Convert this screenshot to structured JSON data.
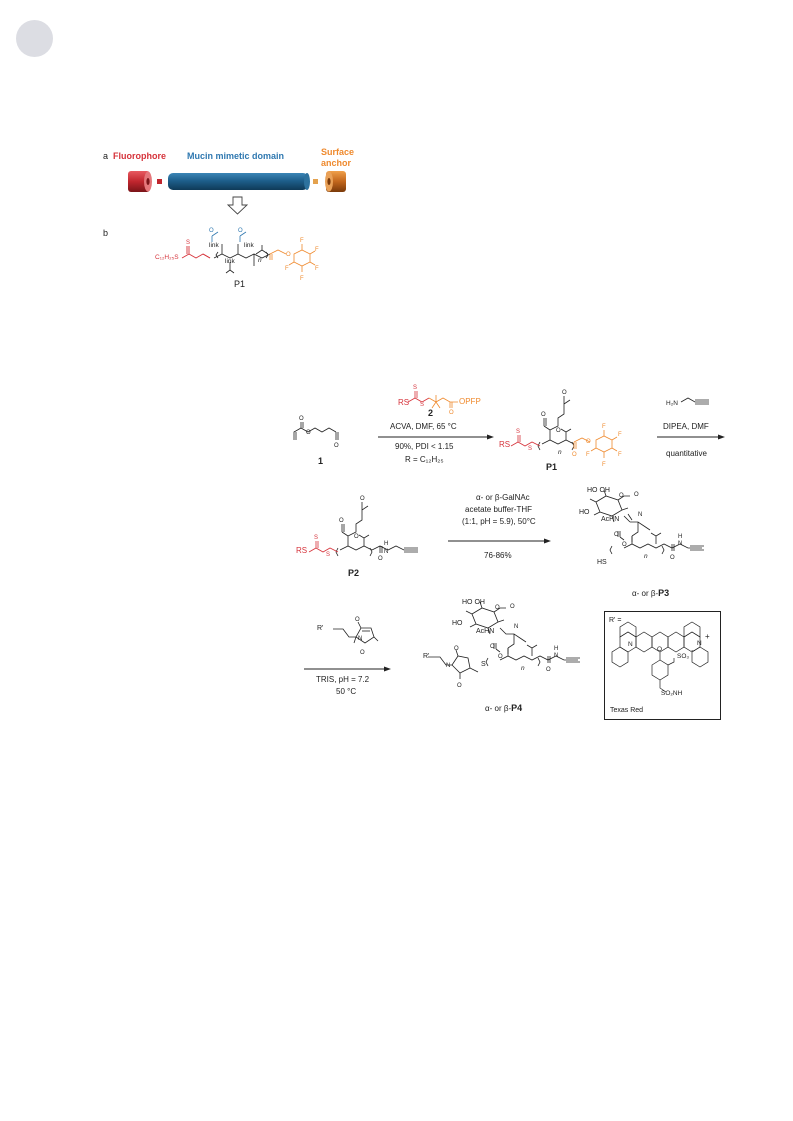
{
  "panel_a": {
    "letter": "a",
    "fluorophore": "Fluorophore",
    "mimetic": "Mucin mimetic domain",
    "anchor_line1": "Surface",
    "anchor_line2": "anchor"
  },
  "panel_b": {
    "letter": "b",
    "chain_end": "C₁₂H₂₅S",
    "link": "link",
    "n": "n",
    "label": "P1"
  },
  "step1": {
    "reagent_rs": "RS",
    "reagent_name": "OPFP",
    "reagent_number": "2",
    "cond1": "ACVA, DMF, 65 °C",
    "cond2": "90%, PDI < 1.15",
    "cond3": "R = C₁₂H₂₅",
    "monomer_number": "1",
    "product_label": "P1",
    "product_rs": "RS",
    "n": "n"
  },
  "step2": {
    "reagent": "H₂N",
    "cond1": "DIPEA, DMF",
    "cond2": "quantitative"
  },
  "step3": {
    "start_label": "P2",
    "start_rs": "RS",
    "cond1": "α- or β-GalNAc",
    "cond2": "acetate buffer-THF",
    "cond3": "(1:1, pH = 5.9), 50°C",
    "cond4": "76-86%",
    "product_prefix": "α- or β-",
    "product_label": "P3",
    "hs": "HS",
    "ho_oh": "HO  OH",
    "ho": "HO",
    "achn": "AcHN",
    "o": "O",
    "n_atom": "N",
    "nh": "N",
    "h": "H",
    "n": "n"
  },
  "step4": {
    "reagent_r": "R'",
    "cond1": "TRIS,  pH = 7.2",
    "cond2": "50 °C",
    "product_prefix": "α- or β-",
    "product_label": "P4",
    "product_r": "R'",
    "ho_oh": "HO  OH",
    "ho": "HO",
    "achn": "AcHN",
    "s": "S",
    "n": "n"
  },
  "texas_red": {
    "r_eq": "R' =",
    "so3": "SO₃",
    "minus": "−",
    "plus": "+",
    "n_left": "N",
    "n_right": "N",
    "o": "O",
    "so2nh": "SO₂NH",
    "name": "Texas Red"
  }
}
